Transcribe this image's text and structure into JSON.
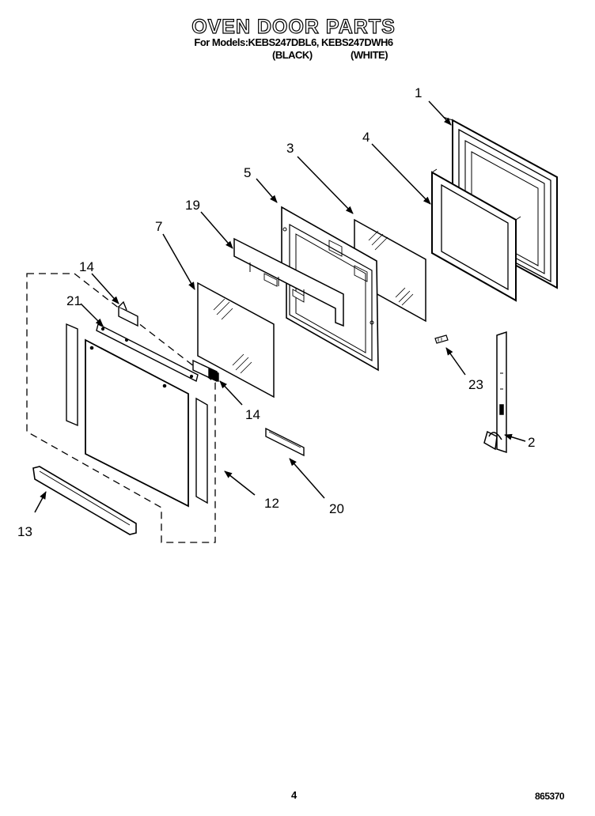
{
  "header": {
    "title": "OVEN DOOR PARTS",
    "models_line": "For Models:KEBS247DBL6, KEBS247DWH6",
    "variant_black": "(BLACK)",
    "variant_white": "(WHITE)"
  },
  "callouts": [
    "1",
    "2",
    "3",
    "4",
    "5",
    "7",
    "12",
    "13",
    "14",
    "14",
    "19",
    "20",
    "21",
    "23"
  ],
  "footer": {
    "page_number": "4",
    "document_number": "865370"
  }
}
